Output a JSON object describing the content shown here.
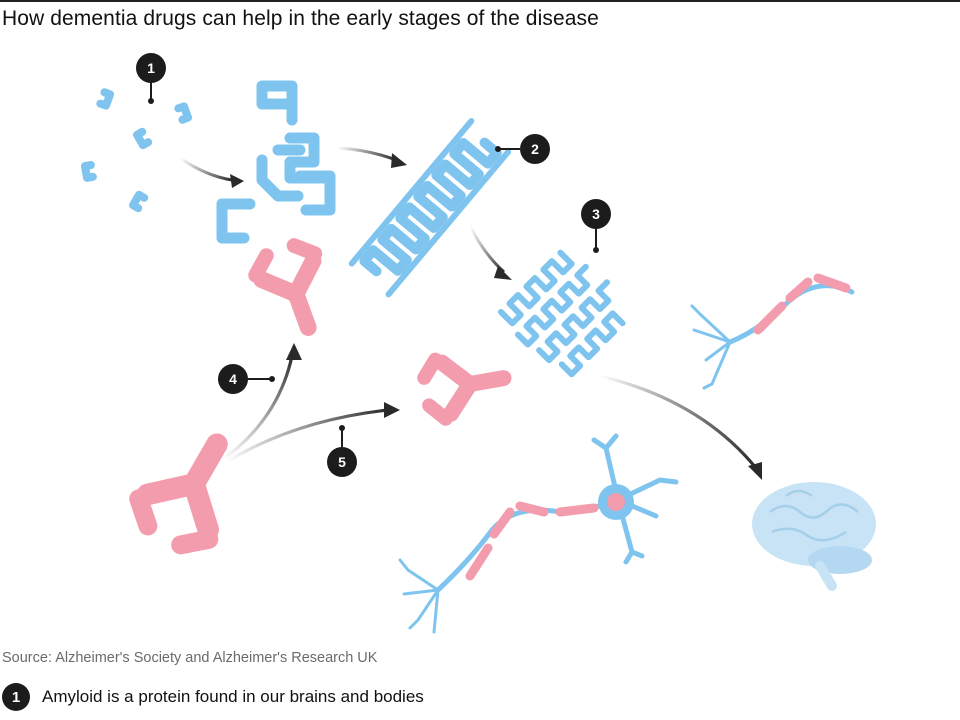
{
  "title": "How dementia drugs can help in the early stages of the disease",
  "source": "Source: Alzheimer's Society and Alzheimer's Research UK",
  "caption": {
    "number": "1",
    "text": "Amyloid is a protein found in our brains and bodies"
  },
  "markers": [
    {
      "id": "1",
      "label": "1"
    },
    {
      "id": "2",
      "label": "2"
    },
    {
      "id": "3",
      "label": "3"
    },
    {
      "id": "4",
      "label": "4"
    },
    {
      "id": "5",
      "label": "5"
    }
  ],
  "colors": {
    "amyloid": "#7ec4ee",
    "antibody": "#f39cae",
    "neuron": "#7ec4ee",
    "myelin": "#f39cae",
    "brain": "#c8e3f6",
    "badge": "#1c1c1c",
    "arrow": "#2a2a2a"
  },
  "icons": [
    "amyloid-monomer-icon",
    "amyloid-oligomer-icon",
    "amyloid-fibril-icon",
    "amyloid-plaque-icon",
    "antibody-icon",
    "neuron-icon",
    "brain-icon"
  ]
}
